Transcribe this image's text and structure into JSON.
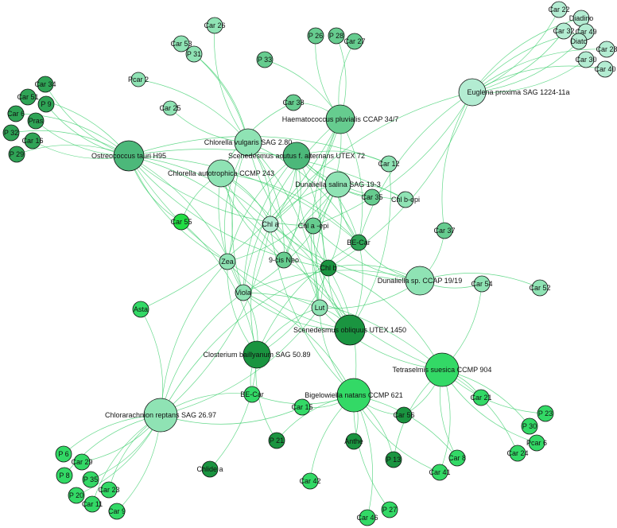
{
  "colors": {
    "edge": "#33cc66",
    "node_stroke": "#111111",
    "label": "#111111",
    "palette": {
      "pale": "#b3ecd2",
      "light": "#8fe3b4",
      "mid": "#66cc8f",
      "teal": "#4cb87a",
      "dark": "#2fa456",
      "deep": "#1a9440",
      "lime": "#33d966",
      "bright": "#22dd44"
    }
  },
  "network": {
    "organisms": [
      {
        "id": "ostreo",
        "label": "Ostreococcus tauri H95",
        "tone": "teal"
      },
      {
        "id": "haema",
        "label": "Haematococcus pluvialis CCAP 34/7",
        "tone": "mid"
      },
      {
        "id": "euglena",
        "label": "Euglena proxima SAG 1224-11a",
        "tone": "pale"
      },
      {
        "id": "chlorv",
        "label": "Chlorella vulgaris SAG 2.80",
        "tone": "light"
      },
      {
        "id": "scenac",
        "label": "Scenedesmus acutus f. alternans UTEX 72",
        "tone": "teal"
      },
      {
        "id": "chlorat",
        "label": "Chlorella autotrophica CCMP 243",
        "tone": "light"
      },
      {
        "id": "dunsal",
        "label": "Dunaliella salina SAG 19-3",
        "tone": "light"
      },
      {
        "id": "dunsp",
        "label": "Dunaliella sp. CCAP 19/19",
        "tone": "light"
      },
      {
        "id": "scenob",
        "label": "Scenedesmus obliquus UTEX 1450",
        "tone": "deep"
      },
      {
        "id": "closter",
        "label": "Closterium baillyanum SAG 50.89",
        "tone": "deep"
      },
      {
        "id": "tetra",
        "label": "Tetraselmis suesica CCMP 904",
        "tone": "lime"
      },
      {
        "id": "bigelo",
        "label": "Bigelowiella natans CCMP 621",
        "tone": "lime"
      },
      {
        "id": "chlorar",
        "label": "Chlorarachnion reptans SAG 26.97",
        "tone": "light"
      }
    ],
    "pigments": [
      {
        "id": "car34",
        "label": "Car 34",
        "tone": "dark"
      },
      {
        "id": "car51",
        "label": "Car 51",
        "tone": "dark"
      },
      {
        "id": "p9",
        "label": "P 9",
        "tone": "dark"
      },
      {
        "id": "car6",
        "label": "Car 6",
        "tone": "dark"
      },
      {
        "id": "pras",
        "label": "Pras",
        "tone": "dark"
      },
      {
        "id": "p32",
        "label": "P 32",
        "tone": "dark"
      },
      {
        "id": "car16",
        "label": "Car 16",
        "tone": "dark"
      },
      {
        "id": "p29",
        "label": "P 29",
        "tone": "dark"
      },
      {
        "id": "pcar2",
        "label": "Pcar 2",
        "tone": "light"
      },
      {
        "id": "car25",
        "label": "Car 25",
        "tone": "light"
      },
      {
        "id": "p31",
        "label": "P 31",
        "tone": "light"
      },
      {
        "id": "car26",
        "label": "Car 26",
        "tone": "light"
      },
      {
        "id": "car53",
        "label": "Car 53",
        "tone": "light"
      },
      {
        "id": "p33",
        "label": "P 33",
        "tone": "mid"
      },
      {
        "id": "p26",
        "label": "P 26",
        "tone": "mid"
      },
      {
        "id": "p28",
        "label": "P 28",
        "tone": "mid"
      },
      {
        "id": "car27",
        "label": "Car 27",
        "tone": "mid"
      },
      {
        "id": "car38",
        "label": "Car 38",
        "tone": "mid"
      },
      {
        "id": "car22",
        "label": "Car 22",
        "tone": "pale"
      },
      {
        "id": "diadino",
        "label": "Diadino",
        "tone": "pale"
      },
      {
        "id": "car32",
        "label": "Car 32",
        "tone": "pale"
      },
      {
        "id": "car49",
        "label": "Car 49",
        "tone": "pale"
      },
      {
        "id": "diato",
        "label": "Diato",
        "tone": "pale"
      },
      {
        "id": "car28",
        "label": "Car 28",
        "tone": "pale"
      },
      {
        "id": "car30",
        "label": "Car 30",
        "tone": "pale"
      },
      {
        "id": "car40",
        "label": "Car 40",
        "tone": "pale"
      },
      {
        "id": "car12",
        "label": "Car 12",
        "tone": "light"
      },
      {
        "id": "car35",
        "label": "Car 35",
        "tone": "mid"
      },
      {
        "id": "chlbepi",
        "label": "Chl b-epi",
        "tone": "light"
      },
      {
        "id": "car55",
        "label": "Car 55",
        "tone": "bright"
      },
      {
        "id": "chla",
        "label": "Chl a",
        "tone": "pale"
      },
      {
        "id": "chlaepi",
        "label": "Chl a -epi",
        "tone": "mid"
      },
      {
        "id": "car37",
        "label": "Car 37",
        "tone": "mid"
      },
      {
        "id": "becar",
        "label": "BE-Car",
        "tone": "dark"
      },
      {
        "id": "zea",
        "label": "Zea",
        "tone": "light"
      },
      {
        "id": "cisneo",
        "label": "9-cis Neo",
        "tone": "mid"
      },
      {
        "id": "chlb",
        "label": "Chl b",
        "tone": "deep"
      },
      {
        "id": "car54",
        "label": "Car 54",
        "tone": "light"
      },
      {
        "id": "car52",
        "label": "Car 52",
        "tone": "light"
      },
      {
        "id": "asta",
        "label": "Asta",
        "tone": "lime"
      },
      {
        "id": "viola",
        "label": "Viola",
        "tone": "light"
      },
      {
        "id": "lut",
        "label": "Lut",
        "tone": "light"
      },
      {
        "id": "becar2",
        "label": "BE-Car",
        "tone": "lime"
      },
      {
        "id": "car15",
        "label": "Car 15",
        "tone": "lime"
      },
      {
        "id": "car56",
        "label": "Car 56",
        "tone": "deep"
      },
      {
        "id": "car21",
        "label": "Car 21",
        "tone": "lime"
      },
      {
        "id": "p23",
        "label": "P 23",
        "tone": "lime"
      },
      {
        "id": "p30",
        "label": "P 30",
        "tone": "lime"
      },
      {
        "id": "pcar6",
        "label": "Pcar 6",
        "tone": "lime"
      },
      {
        "id": "car24",
        "label": "Car 24",
        "tone": "lime"
      },
      {
        "id": "p21",
        "label": "P 21",
        "tone": "deep"
      },
      {
        "id": "anthe",
        "label": "Anthe",
        "tone": "deep"
      },
      {
        "id": "chlidea",
        "label": "Chlide a",
        "tone": "deep"
      },
      {
        "id": "p13",
        "label": "P 13",
        "tone": "deep"
      },
      {
        "id": "car8",
        "label": "Car 8",
        "tone": "lime"
      },
      {
        "id": "car41",
        "label": "Car 41",
        "tone": "lime"
      },
      {
        "id": "car42",
        "label": "Car 42",
        "tone": "lime"
      },
      {
        "id": "car46",
        "label": "Car 46",
        "tone": "lime"
      },
      {
        "id": "p27",
        "label": "P 27",
        "tone": "lime"
      },
      {
        "id": "p6",
        "label": "P 6",
        "tone": "lime"
      },
      {
        "id": "car29",
        "label": "Car 29",
        "tone": "lime"
      },
      {
        "id": "p8",
        "label": "P 8",
        "tone": "lime"
      },
      {
        "id": "p35",
        "label": "P 35",
        "tone": "lime"
      },
      {
        "id": "car23",
        "label": "Car 23",
        "tone": "lime"
      },
      {
        "id": "p20",
        "label": "P 20",
        "tone": "lime"
      },
      {
        "id": "car11",
        "label": "Car 11",
        "tone": "lime"
      },
      {
        "id": "car9",
        "label": "Car 9",
        "tone": "lime"
      }
    ],
    "edges": [
      [
        "ostreo",
        "car34"
      ],
      [
        "ostreo",
        "car51"
      ],
      [
        "ostreo",
        "p9"
      ],
      [
        "ostreo",
        "car6"
      ],
      [
        "ostreo",
        "pras"
      ],
      [
        "ostreo",
        "p32"
      ],
      [
        "ostreo",
        "car16"
      ],
      [
        "ostreo",
        "p29"
      ],
      [
        "ostreo",
        "chla"
      ],
      [
        "ostreo",
        "chlb"
      ],
      [
        "ostreo",
        "becar"
      ],
      [
        "ostreo",
        "lut"
      ],
      [
        "ostreo",
        "viola"
      ],
      [
        "ostreo",
        "zea"
      ],
      [
        "ostreo",
        "cisneo"
      ],
      [
        "ostreo",
        "chlaepi"
      ],
      [
        "ostreo",
        "chlbepi"
      ],
      [
        "ostreo",
        "car55"
      ],
      [
        "ostreo",
        "car12"
      ],
      [
        "chlorv",
        "pcar2"
      ],
      [
        "chlorv",
        "car25"
      ],
      [
        "chlorv",
        "p31"
      ],
      [
        "chlorv",
        "car26"
      ],
      [
        "chlorv",
        "car53"
      ],
      [
        "chlorv",
        "chla"
      ],
      [
        "chlorv",
        "chlb"
      ],
      [
        "chlorv",
        "lut"
      ],
      [
        "chlorv",
        "viola"
      ],
      [
        "chlorv",
        "becar"
      ],
      [
        "chlorv",
        "zea"
      ],
      [
        "chlorv",
        "cisneo"
      ],
      [
        "haema",
        "p33"
      ],
      [
        "haema",
        "p26"
      ],
      [
        "haema",
        "p28"
      ],
      [
        "haema",
        "car27"
      ],
      [
        "haema",
        "car38"
      ],
      [
        "haema",
        "chla"
      ],
      [
        "haema",
        "chlb"
      ],
      [
        "haema",
        "asta"
      ],
      [
        "haema",
        "lut"
      ],
      [
        "haema",
        "becar"
      ],
      [
        "haema",
        "viola"
      ],
      [
        "haema",
        "chlaepi"
      ],
      [
        "euglena",
        "car22"
      ],
      [
        "euglena",
        "diadino"
      ],
      [
        "euglena",
        "car32"
      ],
      [
        "euglena",
        "car49"
      ],
      [
        "euglena",
        "diato"
      ],
      [
        "euglena",
        "car28"
      ],
      [
        "euglena",
        "car30"
      ],
      [
        "euglena",
        "car40"
      ],
      [
        "euglena",
        "chla"
      ],
      [
        "euglena",
        "chlb"
      ],
      [
        "euglena",
        "becar"
      ],
      [
        "euglena",
        "chlaepi"
      ],
      [
        "euglena",
        "car37"
      ],
      [
        "scenac",
        "chla"
      ],
      [
        "scenac",
        "chlb"
      ],
      [
        "scenac",
        "lut"
      ],
      [
        "scenac",
        "viola"
      ],
      [
        "scenac",
        "becar"
      ],
      [
        "scenac",
        "zea"
      ],
      [
        "scenac",
        "car12"
      ],
      [
        "scenac",
        "car35"
      ],
      [
        "scenac",
        "cisneo"
      ],
      [
        "scenac",
        "chlbepi"
      ],
      [
        "chlorat",
        "chla"
      ],
      [
        "chlorat",
        "chlb"
      ],
      [
        "chlorat",
        "lut"
      ],
      [
        "chlorat",
        "viola"
      ],
      [
        "chlorat",
        "zea"
      ],
      [
        "chlorat",
        "car55"
      ],
      [
        "chlorat",
        "becar"
      ],
      [
        "chlorat",
        "cisneo"
      ],
      [
        "chlorat",
        "car38"
      ],
      [
        "dunsal",
        "chla"
      ],
      [
        "dunsal",
        "chlb"
      ],
      [
        "dunsal",
        "lut"
      ],
      [
        "dunsal",
        "viola"
      ],
      [
        "dunsal",
        "becar"
      ],
      [
        "dunsal",
        "zea"
      ],
      [
        "dunsal",
        "car35"
      ],
      [
        "dunsal",
        "chlbepi"
      ],
      [
        "dunsal",
        "cisneo"
      ],
      [
        "dunsp",
        "chla"
      ],
      [
        "dunsp",
        "chlb"
      ],
      [
        "dunsp",
        "lut"
      ],
      [
        "dunsp",
        "car54"
      ],
      [
        "dunsp",
        "car52"
      ],
      [
        "dunsp",
        "car37"
      ],
      [
        "dunsp",
        "becar"
      ],
      [
        "dunsp",
        "viola"
      ],
      [
        "dunsp",
        "chlaepi"
      ],
      [
        "scenob",
        "chla"
      ],
      [
        "scenob",
        "chlb"
      ],
      [
        "scenob",
        "lut"
      ],
      [
        "scenob",
        "viola"
      ],
      [
        "scenob",
        "becar"
      ],
      [
        "scenob",
        "zea"
      ],
      [
        "scenob",
        "cisneo"
      ],
      [
        "scenob",
        "chlaepi"
      ],
      [
        "scenob",
        "car12"
      ],
      [
        "closter",
        "chla"
      ],
      [
        "closter",
        "chlb"
      ],
      [
        "closter",
        "lut"
      ],
      [
        "closter",
        "viola"
      ],
      [
        "closter",
        "zea"
      ],
      [
        "closter",
        "car55"
      ],
      [
        "closter",
        "becar"
      ],
      [
        "closter",
        "becar2"
      ],
      [
        "closter",
        "chlidea"
      ],
      [
        "closter",
        "p21"
      ],
      [
        "tetra",
        "chla"
      ],
      [
        "tetra",
        "chlb"
      ],
      [
        "tetra",
        "lut"
      ],
      [
        "tetra",
        "viola"
      ],
      [
        "tetra",
        "car21"
      ],
      [
        "tetra",
        "p23"
      ],
      [
        "tetra",
        "p30"
      ],
      [
        "tetra",
        "pcar6"
      ],
      [
        "tetra",
        "car24"
      ],
      [
        "tetra",
        "car8"
      ],
      [
        "tetra",
        "car41"
      ],
      [
        "tetra",
        "car54"
      ],
      [
        "tetra",
        "car56"
      ],
      [
        "tetra",
        "p13"
      ],
      [
        "bigelo",
        "chla"
      ],
      [
        "bigelo",
        "chlb"
      ],
      [
        "bigelo",
        "lut"
      ],
      [
        "bigelo",
        "viola"
      ],
      [
        "bigelo",
        "car15"
      ],
      [
        "bigelo",
        "car56"
      ],
      [
        "bigelo",
        "anthe"
      ],
      [
        "bigelo",
        "p21"
      ],
      [
        "bigelo",
        "p13"
      ],
      [
        "bigelo",
        "car42"
      ],
      [
        "bigelo",
        "car46"
      ],
      [
        "bigelo",
        "p27"
      ],
      [
        "bigelo",
        "car8"
      ],
      [
        "bigelo",
        "car41"
      ],
      [
        "bigelo",
        "becar2"
      ],
      [
        "chlorar",
        "chla"
      ],
      [
        "chlorar",
        "chlb"
      ],
      [
        "chlorar",
        "lut"
      ],
      [
        "chlorar",
        "viola"
      ],
      [
        "chlorar",
        "p6"
      ],
      [
        "chlorar",
        "car29"
      ],
      [
        "chlorar",
        "p8"
      ],
      [
        "chlorar",
        "p35"
      ],
      [
        "chlorar",
        "car23"
      ],
      [
        "chlorar",
        "p20"
      ],
      [
        "chlorar",
        "car11"
      ],
      [
        "chlorar",
        "car9"
      ],
      [
        "chlorar",
        "asta"
      ],
      [
        "chlorar",
        "becar2"
      ],
      [
        "chlorar",
        "car15"
      ],
      [
        "chlorar",
        "zea"
      ]
    ]
  }
}
